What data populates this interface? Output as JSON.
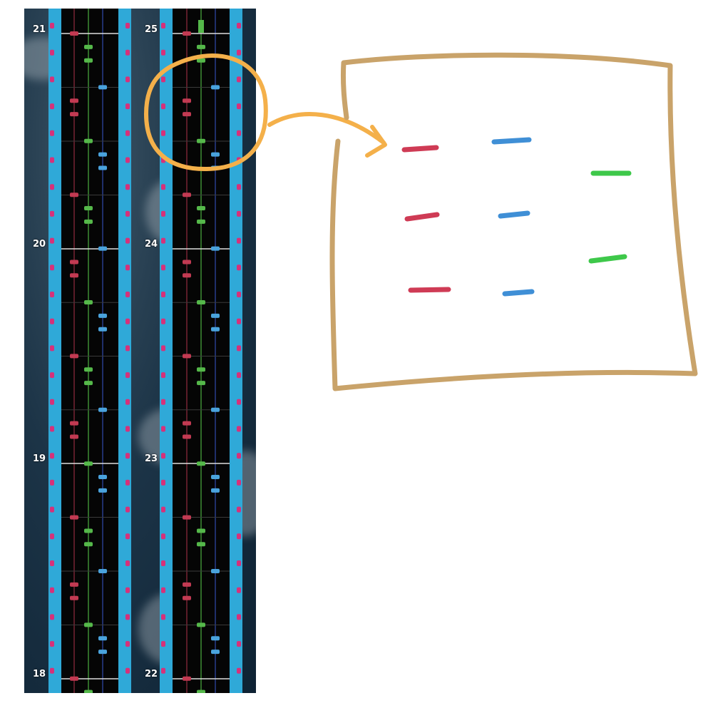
{
  "chart_view": {
    "columns": [
      {
        "name": "left",
        "measure_labels": [
          "21",
          "20",
          "19",
          "18"
        ]
      },
      {
        "name": "right",
        "measure_labels": [
          "25",
          "24",
          "23",
          "22"
        ]
      }
    ]
  },
  "colors": {
    "lane_red": "#c23a52",
    "lane_green": "#55b84a",
    "lane_blue": "#4aa3dd",
    "side_strip": "#2fa9d8",
    "side_note": "#d6317a",
    "highlight_circle": "#f4b04a",
    "annotation_border": "#c9a36a",
    "sketch_red": "#cf3b55",
    "sketch_blue": "#3f8fd6",
    "sketch_green": "#3ec84a"
  },
  "annotation": {
    "description_icons": [
      "orange-circle-highlight",
      "orange-arrow",
      "hand-drawn-box"
    ]
  }
}
